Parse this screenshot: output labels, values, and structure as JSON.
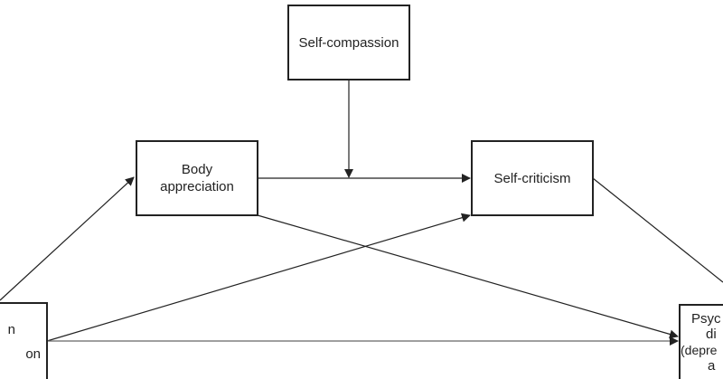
{
  "nodes": {
    "self_compassion": {
      "lines": [
        "Self-compassion"
      ]
    },
    "body_appreciation": {
      "lines": [
        "Body",
        "appreciation"
      ]
    },
    "self_criticism": {
      "lines": [
        "Self-criticism"
      ]
    },
    "left_node": {
      "lines": [
        "n",
        "on"
      ]
    },
    "right_node": {
      "lines": [
        "Psyc",
        "di",
        "(depre",
        "a"
      ]
    }
  },
  "colors": {
    "stroke": "#222222",
    "background": "#ffffff"
  }
}
